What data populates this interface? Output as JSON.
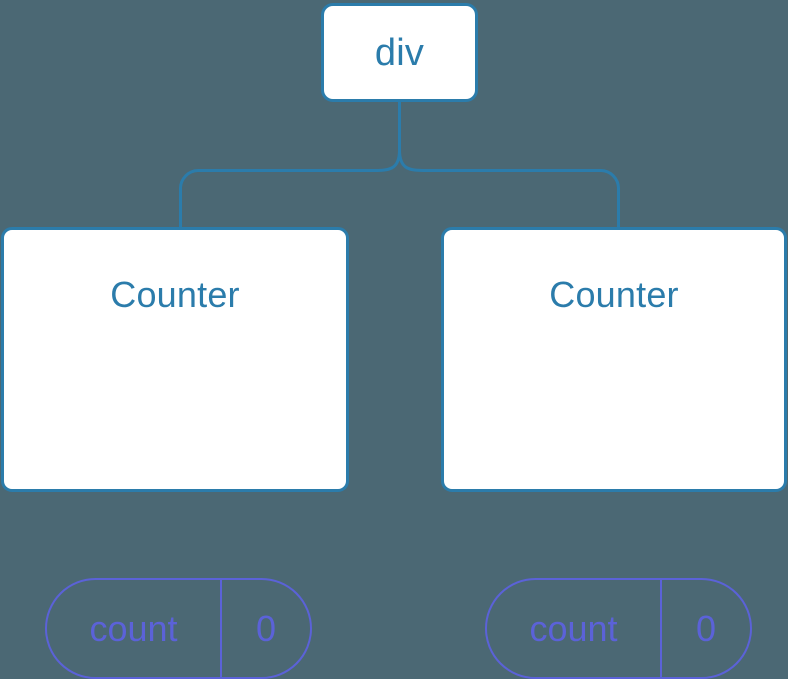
{
  "diagram": {
    "type": "component-tree",
    "background_color": "#4b6874",
    "node_border_color": "#2b7cab",
    "node_fill_color": "#ffffff",
    "label_color": "#2b7cab",
    "state_color": "#5b62d8",
    "edge_color": "#2b7cab",
    "root": {
      "label": "div"
    },
    "children": [
      {
        "label": "Counter",
        "state": {
          "key": "count",
          "value": "0"
        }
      },
      {
        "label": "Counter",
        "state": {
          "key": "count",
          "value": "0"
        }
      }
    ]
  }
}
